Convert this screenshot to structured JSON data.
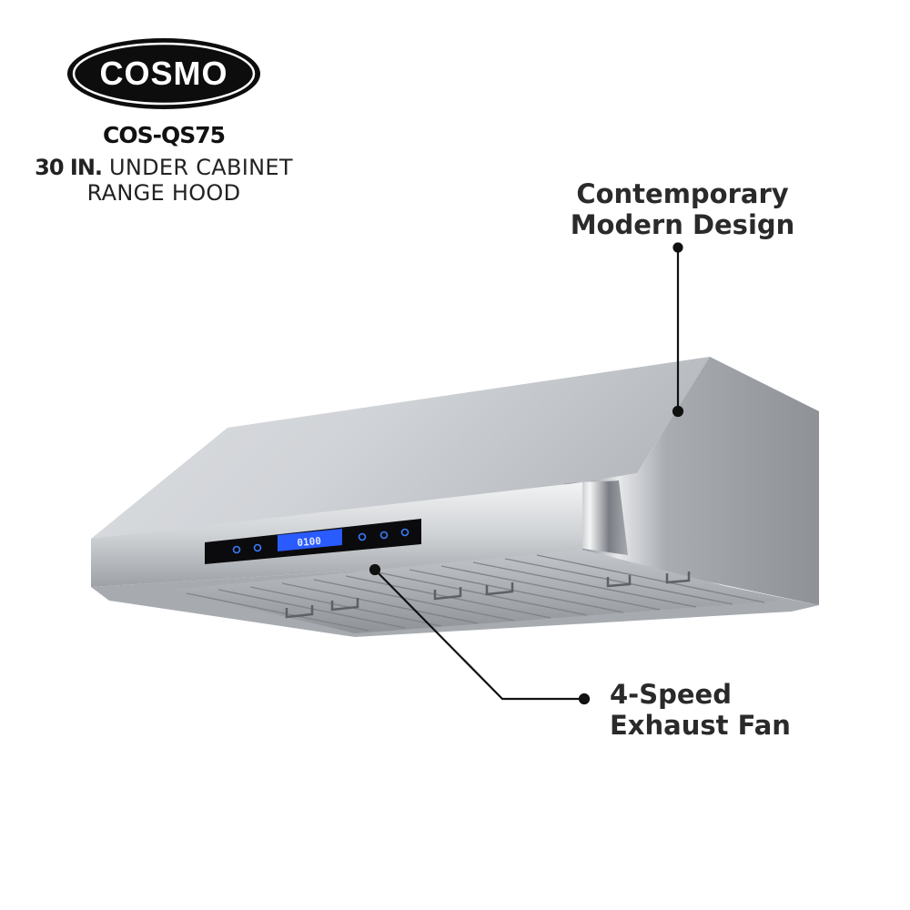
{
  "brand": {
    "logo_text": "COSMO"
  },
  "product": {
    "model": "COS-QS75",
    "size": "30 IN.",
    "type_line1": "UNDER CABINET",
    "type_line2": "RANGE HOOD"
  },
  "callouts": {
    "design": {
      "line1": "Contemporary",
      "line2": "Modern Design"
    },
    "fan": {
      "line1": "4-Speed",
      "line2": "Exhaust Fan"
    }
  },
  "panel": {
    "display_text": "0100"
  },
  "colors": {
    "steel_light": "#e6e7e9",
    "steel_mid": "#b9bcc1",
    "steel_dark": "#7c8086",
    "panel_black": "#0b0b0d",
    "display_blue": "#2a5bff"
  }
}
